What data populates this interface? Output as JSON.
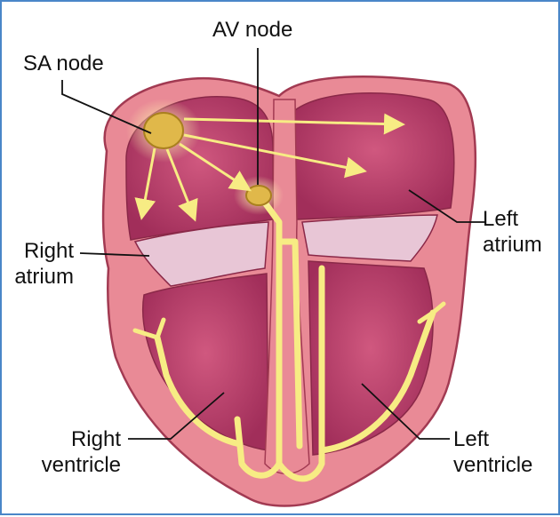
{
  "labels": {
    "sa_node": "SA node",
    "av_node": "AV node",
    "right_atrium": [
      "Right",
      "atrium"
    ],
    "left_atrium": [
      "Left",
      "atrium"
    ],
    "right_ventricle": [
      "Right",
      "ventricle"
    ],
    "left_ventricle": [
      "Left",
      "ventricle"
    ]
  },
  "colors": {
    "frame": "#4a86c8",
    "outer_wall": "#e98a96",
    "outer_wall_edge": "#a23a52",
    "chamber": "#b83c6a",
    "valve": "#e8c6d6",
    "conduction": "#f7ec84",
    "node": "#e0b84a"
  }
}
